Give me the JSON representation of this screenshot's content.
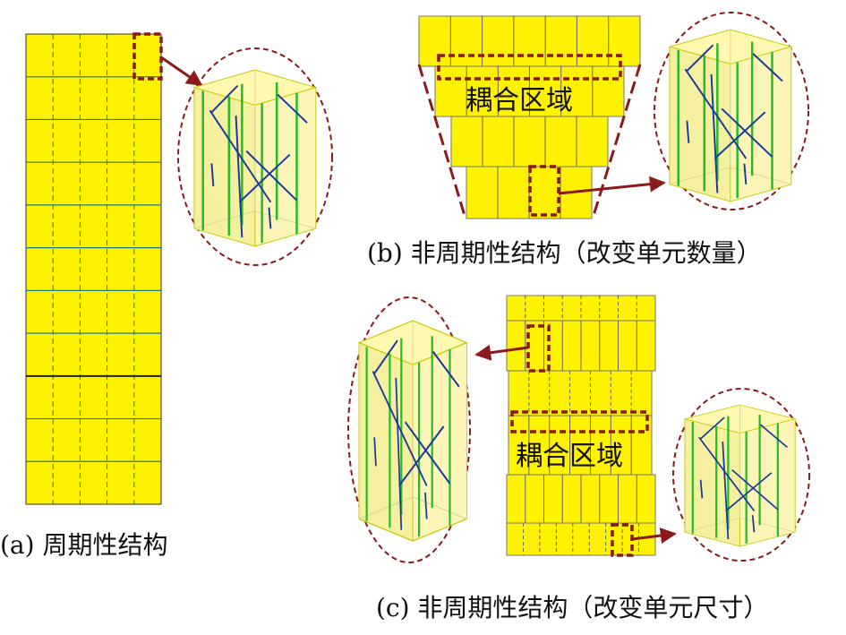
{
  "captions": {
    "a": "(a)  周期性结构",
    "b": "(b)  非周期性结构（改变单元数量）",
    "c": "(c)  非周期性结构（改变单元尺寸）"
  },
  "labels": {
    "coupling_region": "耦合区域"
  },
  "colors": {
    "cell_fill": "#FFF200",
    "cell_fill_light": "#FFF59A",
    "grid_line": "#1a7a7a",
    "highlight": "#8B1A1A",
    "fiber_green": "#22BB22",
    "fiber_blue": "#1A3A9A"
  },
  "icons": [
    "zoom-ellipse-icon",
    "arrow-icon",
    "fiber-cell-icon"
  ]
}
